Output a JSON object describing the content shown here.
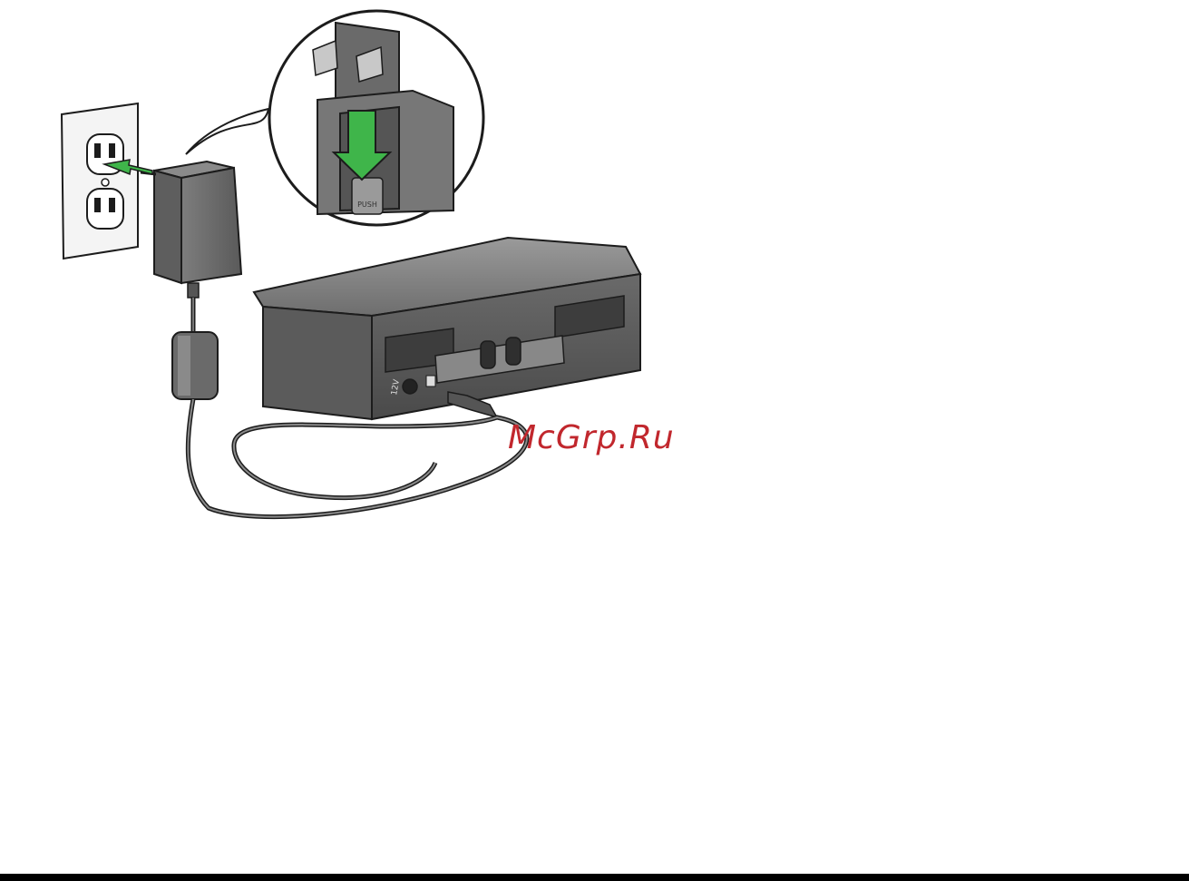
{
  "watermark": {
    "text": "McGrp.Ru",
    "color": "#c1272d"
  },
  "labels": {
    "push": "PUSH",
    "voltage": "12V"
  },
  "colors": {
    "arrow": "#3fb54a",
    "device_dark": "#5a5a5a",
    "device_light": "#8f8f8f",
    "outline": "#1c1c1c"
  },
  "icons": [
    "wall-outlet-icon",
    "power-adapter-icon",
    "scanner-icon",
    "usb-icon",
    "arrow-icon"
  ]
}
